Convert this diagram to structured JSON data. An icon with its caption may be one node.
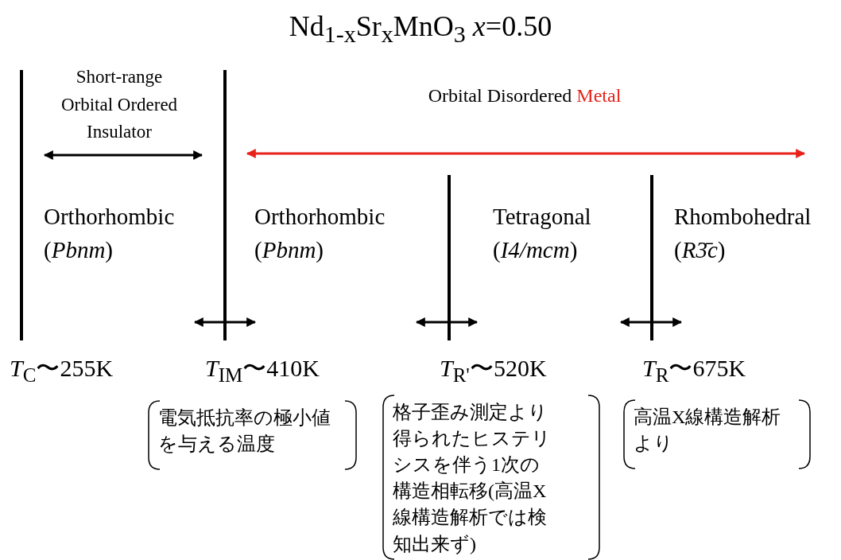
{
  "diagram": {
    "title": "Nd$_{1-x}$Sr$_{x}$MnO$_{3}$ *x*=0.50",
    "nodes": [
      {
        "text": [
          "電気抵抗率の極小値を与える温度"
        ]
      },
      {
        "text": [
          "格子歪み測定より得られたヒステリシスを伴う1次の構造相転移(高温X線構造解析では検知出来ず)"
        ]
      },
      {
        "text": [
          "高温X線構造解析より"
        ]
      }
    ],
    "labels": [
      "Short-range Orbital Ordered Insulator",
      "Orbital Disordered Metal",
      "Orthorhombic",
      "Orthorhombic",
      "Tetragonal",
      "Rhombohedral",
      "(*Pbnm*)",
      "(*Pbnm*)",
      "(*I4/mcm*)",
      "(*R3̄c*)",
      "*T*$_{C}$〜255K",
      "*T*$_{IM}$〜410K",
      "*T*$_{R'}$〜520K",
      "*T*$_{R}$〜675K"
    ]
  }
}
